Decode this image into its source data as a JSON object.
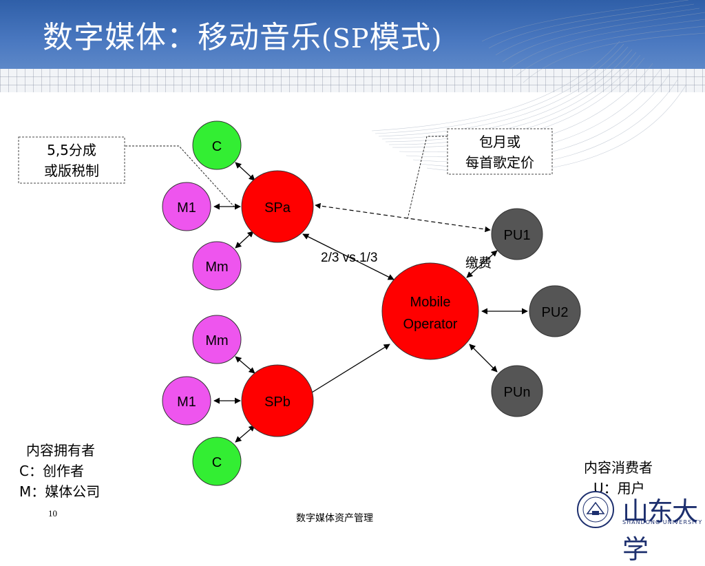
{
  "slide": {
    "title_cn_1": "数字媒体：移动音乐",
    "title_latin_open": "(SP",
    "title_cn_2": "模式",
    "title_latin_close": ")",
    "footer": "数字媒体资产管理",
    "page_number": "10"
  },
  "nodes": {
    "c_top": "C",
    "m1_top": "M1",
    "mm_top": "Mm",
    "spa": "SPa",
    "spb": "SPb",
    "mm_bottom": "Mm",
    "m1_bottom": "M1",
    "c_bottom": "C",
    "mobile_operator_line1": "Mobile",
    "mobile_operator_line2": "Operator",
    "pu1": "PU1",
    "pu2": "PU2",
    "pun": "PUn"
  },
  "callouts": {
    "split_line1": "5,5分成",
    "split_line2": "或版税制",
    "pricing_line1": "包月或",
    "pricing_line2": "每首歌定价"
  },
  "edge_labels": {
    "ratio": "2/3 vs.1/3",
    "payment": "缴费"
  },
  "legend_left": {
    "heading": "内容拥有者",
    "c_item": "C：创作者",
    "m_item": "M：媒体公司"
  },
  "legend_right": {
    "heading": "内容消费者",
    "u_item": "U：用户"
  },
  "logo": {
    "university_en": "SHANDONG UNIVERSITY"
  },
  "colors": {
    "banner": "#3d6cb4",
    "green_node": "#33ee33",
    "magenta_node": "#ee55ee",
    "red_node": "#ff0000",
    "gray_node": "#555555"
  }
}
